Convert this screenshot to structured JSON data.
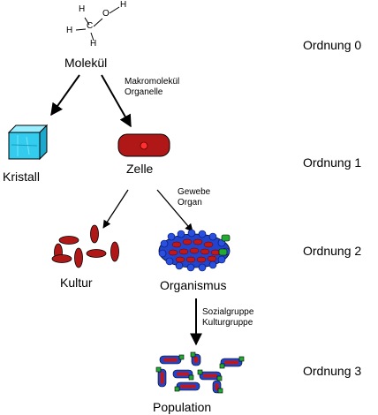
{
  "molecule": {
    "name": "Molekül",
    "atoms": {
      "h1": "H",
      "h2": "H",
      "h3": "H",
      "c": "C",
      "o": "O",
      "h4": "H"
    }
  },
  "nodes": {
    "kristall": "Kristall",
    "zelle": "Zelle",
    "kultur": "Kultur",
    "organismus": "Organismus",
    "population": "Population"
  },
  "edge_labels": {
    "molekuel_zelle": [
      "Makromolekül",
      "Organelle"
    ],
    "zelle_organismus": [
      "Gewebe",
      "Organ"
    ],
    "organismus_population": [
      "Sozialgruppe",
      "Kulturgruppe"
    ]
  },
  "orders": [
    "Ordnung 0",
    "Ordnung 1",
    "Ordnung 2",
    "Ordnung 3"
  ],
  "colors": {
    "cell": "#b01818",
    "cell_nucleus": "#ff3030",
    "crystal": "#33ccee",
    "organism_blue": "#2244cc",
    "organism_red": "#c01818",
    "organism_green": "#22aa33",
    "arrow": "#000000"
  }
}
